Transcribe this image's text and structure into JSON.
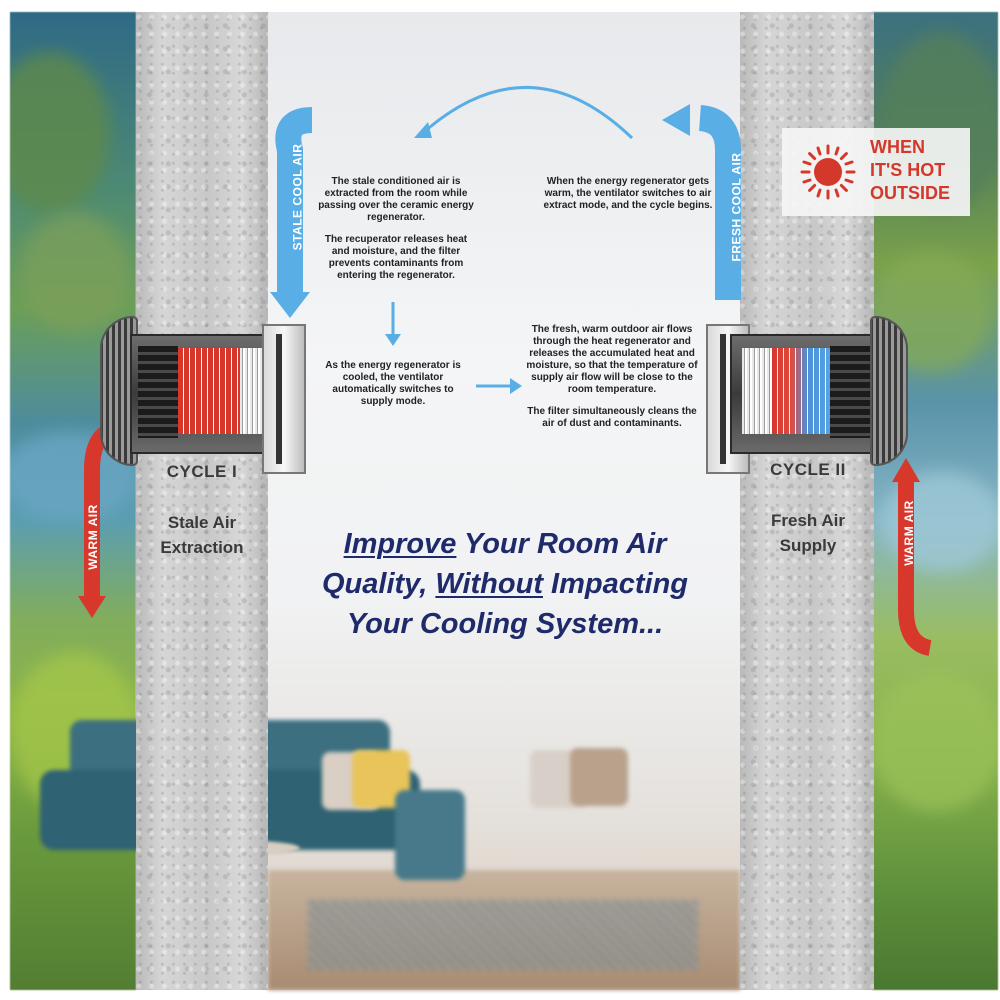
{
  "badge": {
    "line1": "WHEN",
    "line2": "IT'S HOT",
    "line3": "OUTSIDE",
    "icon": "sun-icon",
    "color": "#d4382b"
  },
  "arrows": {
    "stale_cool_air": "STALE COOL AIR",
    "fresh_cool_air": "FRESH COOL AIR",
    "warm_air_left": "WARM AIR",
    "warm_air_right": "WARM AIR",
    "cool_color": "#5aaee6",
    "warm_color": "#d8382c"
  },
  "cycle1": {
    "title": "CYCLE I",
    "sub1": "Stale Air",
    "sub2": "Extraction",
    "text1": "The stale conditioned air is extracted from the room while passing over the ceramic energy regenerator.",
    "text2": "The recuperator releases heat and moisture, and the filter prevents contaminants from entering the regenerator.",
    "text3": "As the energy regenerator is cooled, the ventilator automatically switches to supply mode."
  },
  "cycle2": {
    "title": "CYCLE II",
    "sub1": "Fresh Air",
    "sub2": "Supply",
    "text1": "When the energy regenerator gets warm, the ventilator switches to air extract mode, and the cycle begins.",
    "text2": "The fresh, warm outdoor air flows through the heat regenerator and releases the accumulated heat and moisture, so that the temperature of supply air flow will be close to the room temperature.",
    "text3": "The filter simultaneously cleans the air of dust and contaminants."
  },
  "headline": {
    "w1": "Improve",
    "w2": " Your Room Air",
    "w3": "Quality, ",
    "w4": "Without",
    "w5": " Impacting",
    "w6": "Your Cooling System...",
    "color": "#1f2a6b"
  }
}
